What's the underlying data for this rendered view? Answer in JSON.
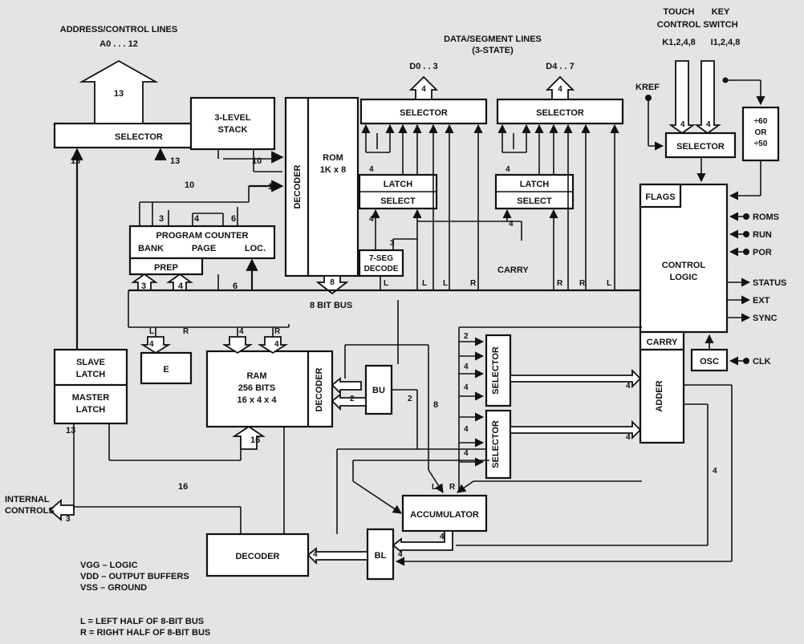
{
  "header": {
    "address_title": "ADDRESS/CONTROL LINES",
    "address_lines": "A0 . . . 12",
    "data_title": "DATA/SEGMENT LINES",
    "data_subtitle": "(3-STATE)",
    "d_low": "D0 . . 3",
    "d_high": "D4 . . 7",
    "touch_control_1": "TOUCH",
    "touch_control_2": "CONTROL",
    "touch_control_pins": "K1,2,4,8",
    "key_switch_1": "KEY",
    "key_switch_2": "SWITCH",
    "key_switch_pins": "I1,2,4,8",
    "kref": "KREF"
  },
  "blocks": {
    "selector_addr": "SELECTOR",
    "stack_1": "3-LEVEL",
    "stack_2": "STACK",
    "rom_decoder": "DECODER",
    "rom_1": "ROM",
    "rom_2": "1K x 8",
    "selector_d_low": "SELECTOR",
    "selector_d_high": "SELECTOR",
    "latch_low": "LATCH",
    "select_low": "SELECT",
    "latch_high": "LATCH",
    "select_high": "SELECT",
    "seg_decode_1": "7-SEG",
    "seg_decode_2": "DECODE",
    "selector_touch": "SELECTOR",
    "div_1": "÷60",
    "div_2": "OR",
    "div_3": "÷50",
    "flags": "FLAGS",
    "control_logic_1": "CONTROL",
    "control_logic_2": "LOGIC",
    "carry_ctrl": "CARRY",
    "osc": "OSC",
    "pc_title": "PROGRAM COUNTER",
    "pc_bank": "BANK",
    "pc_page": "PAGE",
    "pc_loc": "LOC.",
    "prep": "PREP",
    "slave_latch_1": "SLAVE",
    "slave_latch_2": "LATCH",
    "master_latch_1": "MASTER",
    "master_latch_2": "LATCH",
    "e_reg": "E",
    "ram_1": "RAM",
    "ram_2": "256 BITS",
    "ram_3": "16 x 4 x 4",
    "ram_decoder": "DECODER",
    "bu": "BU",
    "selector_a": "SELECTOR",
    "selector_b": "SELECTOR",
    "adder": "ADDER",
    "accumulator": "ACCUMULATOR",
    "bl": "BL",
    "decoder_bottom": "DECODER"
  },
  "signals": {
    "roms": "ROMS",
    "run": "RUN",
    "por": "POR",
    "status": "STATUS",
    "ext": "EXT",
    "sync": "SYNC",
    "clk": "CLK",
    "internal_controls_1": "INTERNAL",
    "internal_controls_2": "CONTROLS",
    "bus_8bit": "8 BIT BUS",
    "carry_label": "CARRY"
  },
  "bus_widths": {
    "w13_top": "13",
    "w13_sel": "13",
    "w13_sel2": "13",
    "w13_slave": "13",
    "w10_stack": "10",
    "w10_pc": "10",
    "w10_rom": "10",
    "w3_pc": "3",
    "w4_pc": "4",
    "w6_pc": "6",
    "w3_prep": "3",
    "w4_prep": "4",
    "w6_bus": "6",
    "w4_dlow": "4",
    "w4_dhigh": "4",
    "w4_latch_low": "4",
    "w4_latch_high": "4",
    "w4_seg": "4",
    "w3_seg": "3",
    "w4_select_high": "4",
    "w4_touch": "4",
    "w4_key": "4",
    "w8_rom": "8",
    "w8_acc": "8",
    "w16_ram": "16",
    "w16_dec": "16",
    "w2_sel_a": "2",
    "w4_sel_a": "4",
    "w4_sel_a2": "4",
    "w4_sel_b": "4",
    "w4_sel_b2": "4",
    "w4_adder_a": "4",
    "w4_adder_b": "4",
    "w4_right": "4",
    "w2_bu": "2",
    "w2_bu2": "2",
    "w4_acc": "4",
    "w4_bl": "4",
    "w4_dec": "4",
    "w3_int": "3",
    "w4_e": "4",
    "w4_ram_r": "4",
    "w4_ram_l": "4"
  },
  "bus_halves": {
    "l1": "L",
    "l2": "L",
    "l3": "L",
    "l4": "L",
    "l5": "L",
    "r1": "R",
    "r2": "R",
    "r3": "R",
    "r4": "R",
    "r5": "R",
    "acc_l": "L",
    "acc_r": "R"
  },
  "legend": {
    "vgg": "VGG – LOGIC",
    "vdd": "VDD – OUTPUT BUFFERS",
    "vss": "VSS – GROUND",
    "l_def": "L = LEFT HALF OF 8-BIT BUS",
    "r_def": "R = RIGHT HALF OF 8-BIT BUS"
  }
}
